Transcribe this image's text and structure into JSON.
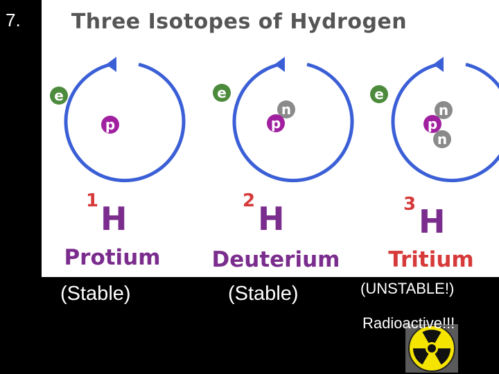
{
  "slide_number": "7.",
  "title": "Three Isotopes of Hydrogen",
  "particles": {
    "electron": "e",
    "proton": "p",
    "neutron": "n"
  },
  "isotopes": [
    {
      "mass_number": "1",
      "symbol": "H",
      "name": "Protium",
      "status": "(Stable)",
      "name_color": "#7b2d8e"
    },
    {
      "mass_number": "2",
      "symbol": "H",
      "name": "Deuterium",
      "status": "(Stable)",
      "name_color": "#7b2d8e"
    },
    {
      "mass_number": "3",
      "symbol": "H",
      "name": "Tritium",
      "status": "(UNSTABLE!)",
      "name_color": "#d63a3a"
    }
  ],
  "radioactive_label": "Radioactive!!!",
  "colors": {
    "orbit": "#3b5fd6",
    "electron": "#4c8a3c",
    "proton": "#a020a0",
    "neutron": "#8a8a8a",
    "symbol": "#7b2d8e",
    "mass_number": "#d63a3a",
    "radiation_yellow": "#f5e400"
  }
}
